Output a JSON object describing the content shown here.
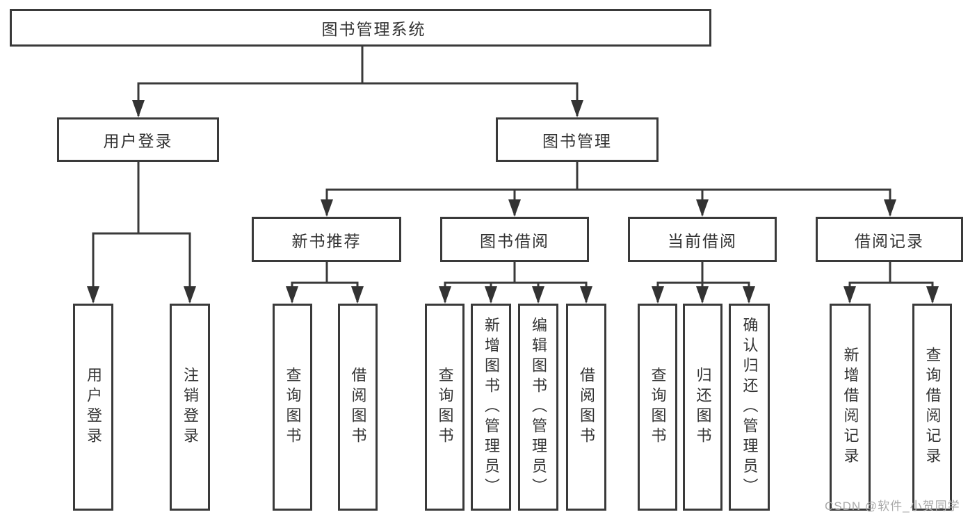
{
  "tree": {
    "label": "图书管理系统",
    "children": [
      {
        "label": "用户登录",
        "children": [
          {
            "label": "用户登录"
          },
          {
            "label": "注销登录"
          }
        ]
      },
      {
        "label": "图书管理",
        "children": [
          {
            "label": "新书推荐",
            "children": [
              {
                "label": "查询图书"
              },
              {
                "label": "借阅图书"
              }
            ]
          },
          {
            "label": "图书借阅",
            "children": [
              {
                "label": "查询图书"
              },
              {
                "label": "新增图书（管理员）"
              },
              {
                "label": "编辑图书（管理员）"
              },
              {
                "label": "借阅图书"
              }
            ]
          },
          {
            "label": "当前借阅",
            "children": [
              {
                "label": "查询图书"
              },
              {
                "label": "归还图书"
              },
              {
                "label": "确认归还（管理员）"
              }
            ]
          },
          {
            "label": "借阅记录",
            "children": [
              {
                "label": "新增借阅记录"
              },
              {
                "label": "查询借阅记录"
              }
            ]
          }
        ]
      }
    ]
  },
  "watermark": "CSDN @软件_小贺同学",
  "colors": {
    "line": "#3a3a3a",
    "text": "#333333",
    "background": "#ffffff",
    "watermark": "#a9a9a9"
  }
}
